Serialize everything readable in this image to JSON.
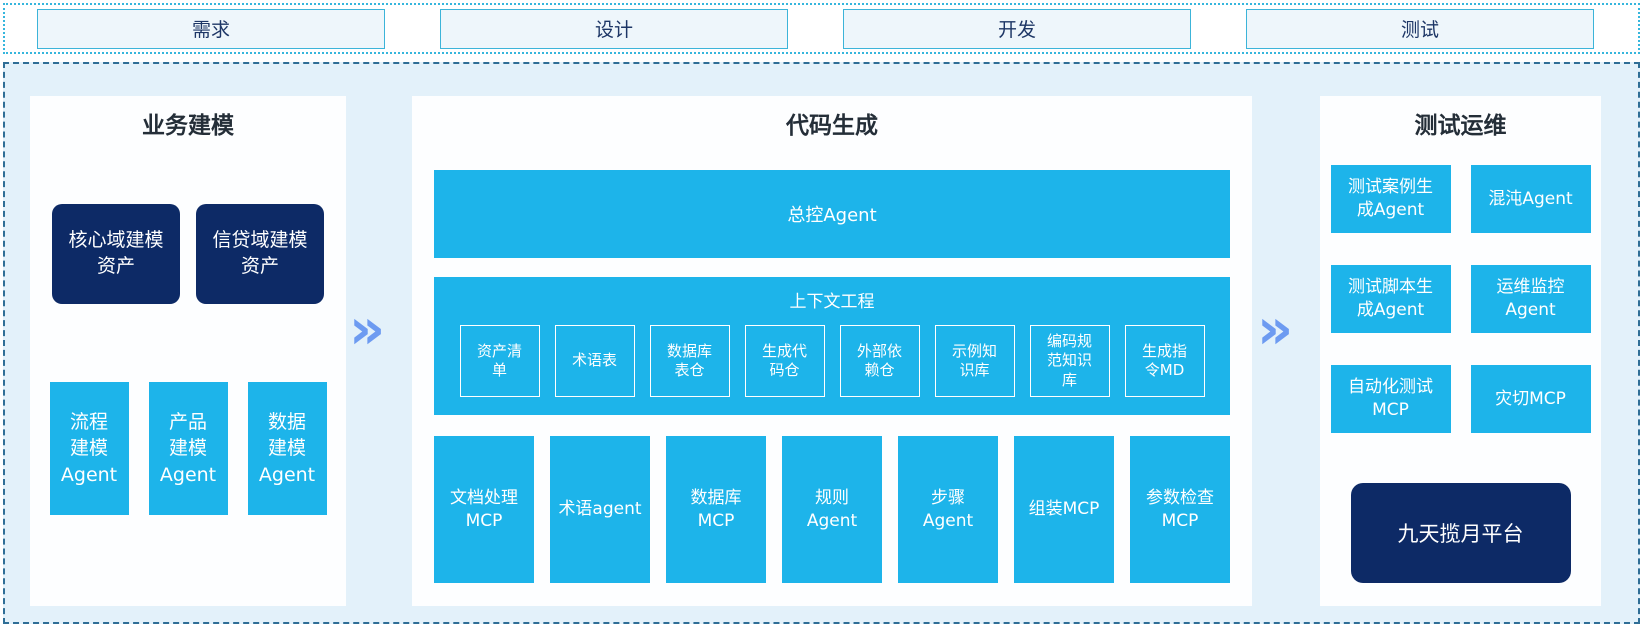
{
  "phases": [
    {
      "label": "需求"
    },
    {
      "label": "设计"
    },
    {
      "label": "开发"
    },
    {
      "label": "测试"
    }
  ],
  "arrow": {
    "glyph": "»"
  },
  "panels": {
    "business_modeling": {
      "title": "业务建模",
      "assets": [
        {
          "label": "核心域建模资产"
        },
        {
          "label": "信贷域建模资产"
        }
      ],
      "agents": [
        {
          "label": "流程建模Agent"
        },
        {
          "label": "产品建模Agent"
        },
        {
          "label": "数据建模Agent"
        }
      ]
    },
    "code_generation": {
      "title": "代码生成",
      "master_agent": {
        "label": "总控Agent"
      },
      "context_engineering": {
        "title": "上下文工程",
        "items": [
          {
            "label": "资产清单"
          },
          {
            "label": "术语表"
          },
          {
            "label": "数据库表仓"
          },
          {
            "label": "生成代码仓"
          },
          {
            "label": "外部依赖仓"
          },
          {
            "label": "示例知识库"
          },
          {
            "label": "编码规范知识库"
          },
          {
            "label": "生成指令MD"
          }
        ]
      },
      "executors": [
        {
          "label": "文档处理MCP"
        },
        {
          "label": "术语agent"
        },
        {
          "label": "数据库MCP"
        },
        {
          "label": "规则Agent"
        },
        {
          "label": "步骤Agent"
        },
        {
          "label": "组装MCP"
        },
        {
          "label": "参数检查MCP"
        }
      ]
    },
    "test_ops": {
      "title": "测试运维",
      "agents": [
        {
          "label": "测试案例生成Agent"
        },
        {
          "label": "混沌Agent"
        },
        {
          "label": "测试脚本生成Agent"
        },
        {
          "label": "运维监控Agent"
        },
        {
          "label": "自动化测试MCP"
        },
        {
          "label": "灾切MCP"
        }
      ],
      "platform": {
        "label": "九天揽月平台"
      }
    }
  },
  "colors": {
    "cyan": "#1db4ea",
    "navy": "#0d2a66",
    "panel_bg": "#fdfeff",
    "container_bg": "#e3f1fa",
    "arrow_blue": "#6d9bf1",
    "phase_box_bg": "#eef6fb",
    "phase_box_border": "#3cb4d9",
    "top_strip_border": "#36b6dd",
    "container_border": "#2f6e96",
    "phase_text": "#1d3666",
    "title_text": "#242e38"
  }
}
